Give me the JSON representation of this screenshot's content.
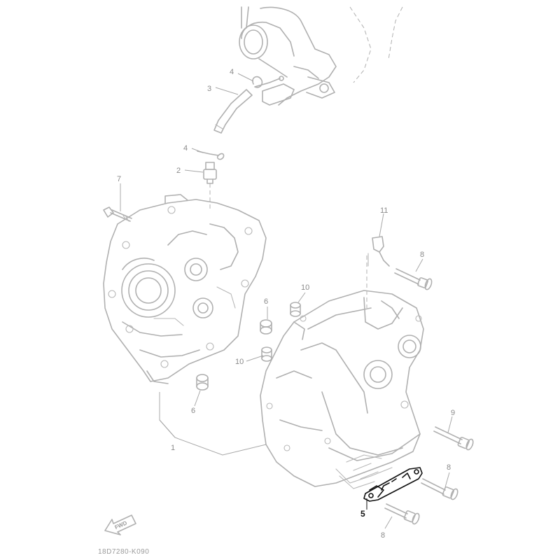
{
  "diagram": {
    "drawing_code": "18D7280-K090",
    "fwd_label": "FWD",
    "highlight_color": "#111111",
    "line_color": "#b0b0b0",
    "callouts": [
      "1",
      "2",
      "3",
      "4",
      "4",
      "5",
      "6",
      "6",
      "7",
      "8",
      "8",
      "8",
      "9",
      "10",
      "10",
      "11"
    ]
  }
}
